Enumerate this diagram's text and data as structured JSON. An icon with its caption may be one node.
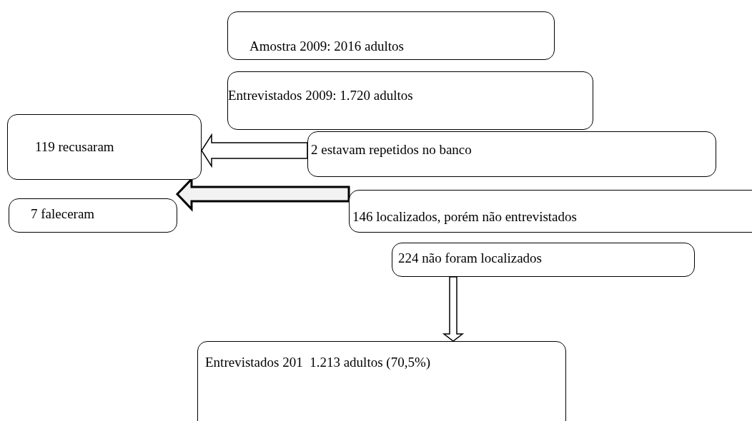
{
  "diagram": {
    "nodes": [
      {
        "text": [
          "Amostra 2009: 2016 adultos"
        ]
      },
      {
        "text": [
          "Entrevistados 2009: 1.720 adultos"
        ]
      },
      {
        "text": [
          "119 recusaram"
        ]
      },
      {
        "text": [
          "2 estavam repetidos no banco"
        ]
      },
      {
        "text": [
          "7 faleceram"
        ]
      },
      {
        "text": [
          "146 localizados, porém não entrevistados"
        ]
      },
      {
        "text": [
          "224 não foram localizados"
        ]
      },
      {
        "text": [
          "Entrevistados 201  1.213 adultos (70,5%)"
        ]
      }
    ],
    "edges": [
      {
        "from": 3,
        "to": 2,
        "arrow": "to"
      },
      {
        "from": 5,
        "to": 4,
        "arrow": "to",
        "style": "thick"
      },
      {
        "from": 6,
        "to": 7,
        "arrow": "to"
      }
    ]
  }
}
